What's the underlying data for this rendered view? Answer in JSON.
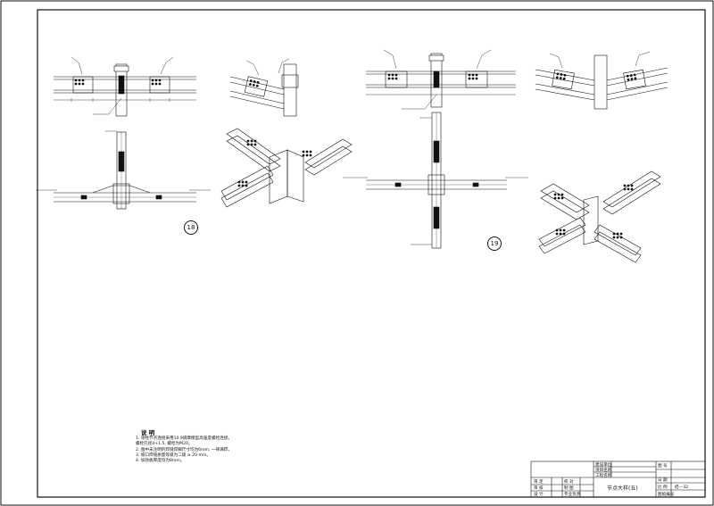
{
  "drawing": {
    "detail_numbers": [
      "18",
      "19"
    ],
    "notes_title": "说 明",
    "notes": [
      "1. 梁柱节点连接采用10.9级摩擦型高强度螺栓连接。",
      "   螺栓孔径d+1.5, 螺栓为M20。",
      "2. 图中未注明的焊缝焊脚尺寸均为6mm, 一律满焊。",
      "3. 坡口焊缝质量等级为二级 ≥ 20 mm。",
      "4. 加劲板厚度均为8mm。"
    ],
    "title_block": {
      "drawing_name": "节点大样(五)",
      "sheet_no": "结—32",
      "left_labels": [
        "审 定",
        "审 核",
        "设 计"
      ],
      "mid_labels": [
        "校 对",
        "制 图",
        "专业负责"
      ],
      "top_labels": [
        "建设单位",
        "项目名称",
        "工程名称"
      ],
      "right_labels": [
        "图 号",
        "日 期",
        "比 例",
        "图纸编号"
      ]
    }
  }
}
